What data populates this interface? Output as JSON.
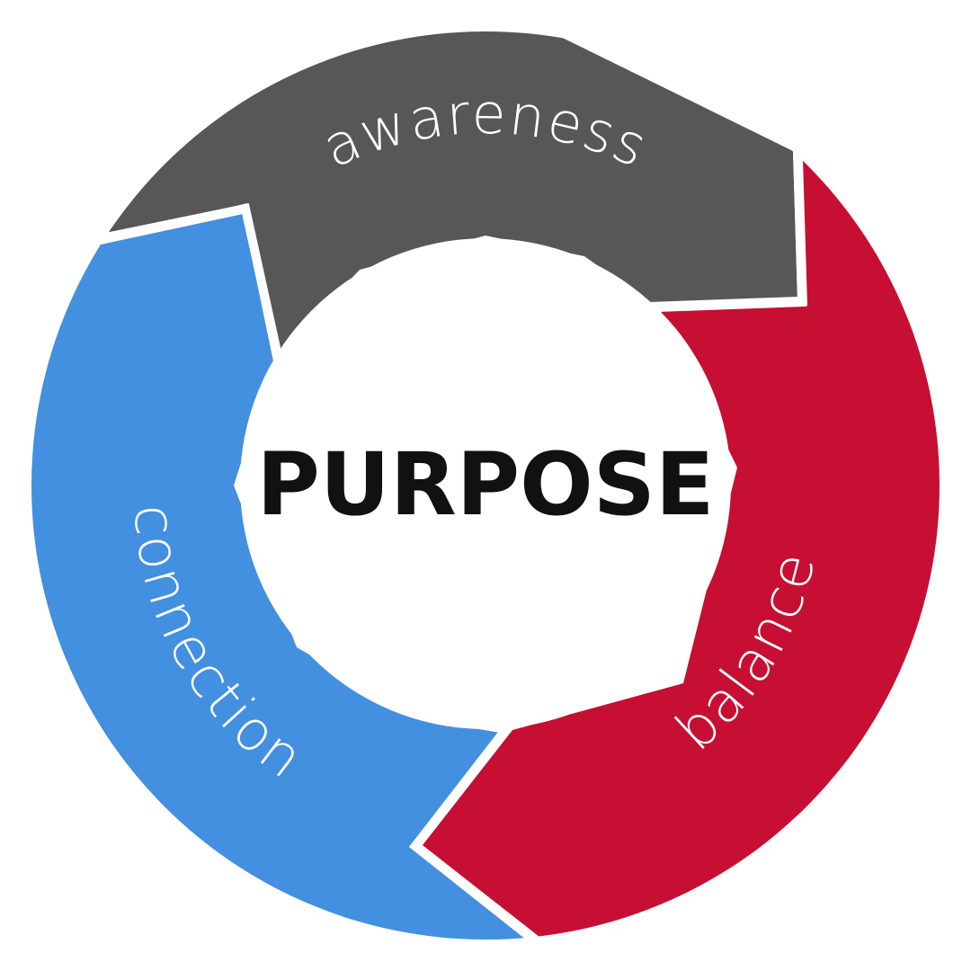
{
  "diagram": {
    "center": {
      "text": "PURPOSE",
      "color": "#111111"
    },
    "segments": [
      {
        "id": "awareness",
        "label": "awareness",
        "color": "#575757",
        "label_color": "#ffffff"
      },
      {
        "id": "balance",
        "label": "balance",
        "color": "#c60f33",
        "label_color": "#ffffff"
      },
      {
        "id": "connection",
        "label": "connection",
        "color": "#438fe0",
        "label_color": "#ffffff"
      }
    ],
    "background": "#ffffff"
  }
}
